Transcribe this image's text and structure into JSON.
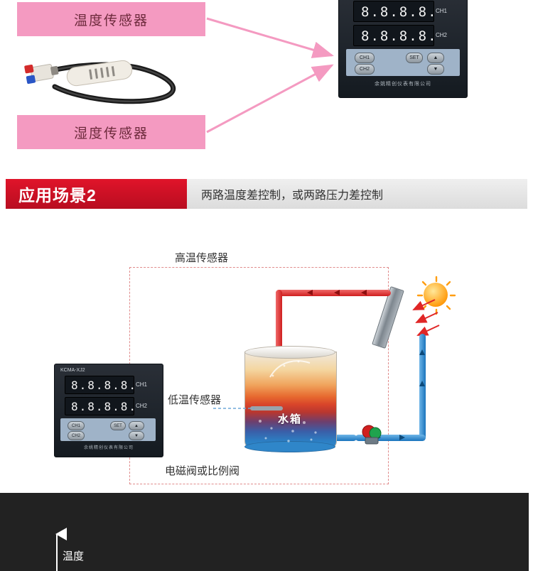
{
  "top_section": {
    "labels": [
      {
        "id": "temperature-sensor",
        "text": "温度传感器"
      },
      {
        "id": "humidity-sensor",
        "text": "湿度传感器"
      }
    ],
    "controller": {
      "ch1_digits": "8.8.8.8.",
      "ch2_digits": "8.8.8.8.",
      "ch1_tag": "CH1",
      "ch2_tag": "CH2",
      "buttons": [
        "CH1",
        "CH2",
        "SET",
        "▲",
        "▼"
      ],
      "brand": "余姚精创仪表有限公司"
    }
  },
  "section_header": {
    "badge": "应用场景2",
    "subtitle": "两路温度差控制，或两路压力差控制"
  },
  "scenario2": {
    "captions": {
      "high_temp_sensor": "高温传感器",
      "low_temp_sensor": "低温传感器",
      "valve": "电磁阀或比例阀",
      "tank": "水箱"
    },
    "controller": {
      "model": "KCMA-XJ2",
      "ch1_digits": "8.8.8.8.",
      "ch2_digits": "8.8.8.8.",
      "ch1_tag": "CH1",
      "ch2_tag": "CH2",
      "buttons": [
        "CH1",
        "CH2",
        "SET",
        "▲",
        "▼"
      ],
      "brand": "余姚精创仪表有限公司"
    }
  },
  "bottom_chart": {
    "y_axis_label": "温度"
  },
  "colors": {
    "pink": "#f49ac1",
    "red": "#e0142a",
    "gray": "#e4e4e4",
    "dash": "#e08b8b",
    "hot_pipe": "#cf1f1f",
    "cold_pipe": "#1a74bd",
    "dark": "#222222"
  }
}
